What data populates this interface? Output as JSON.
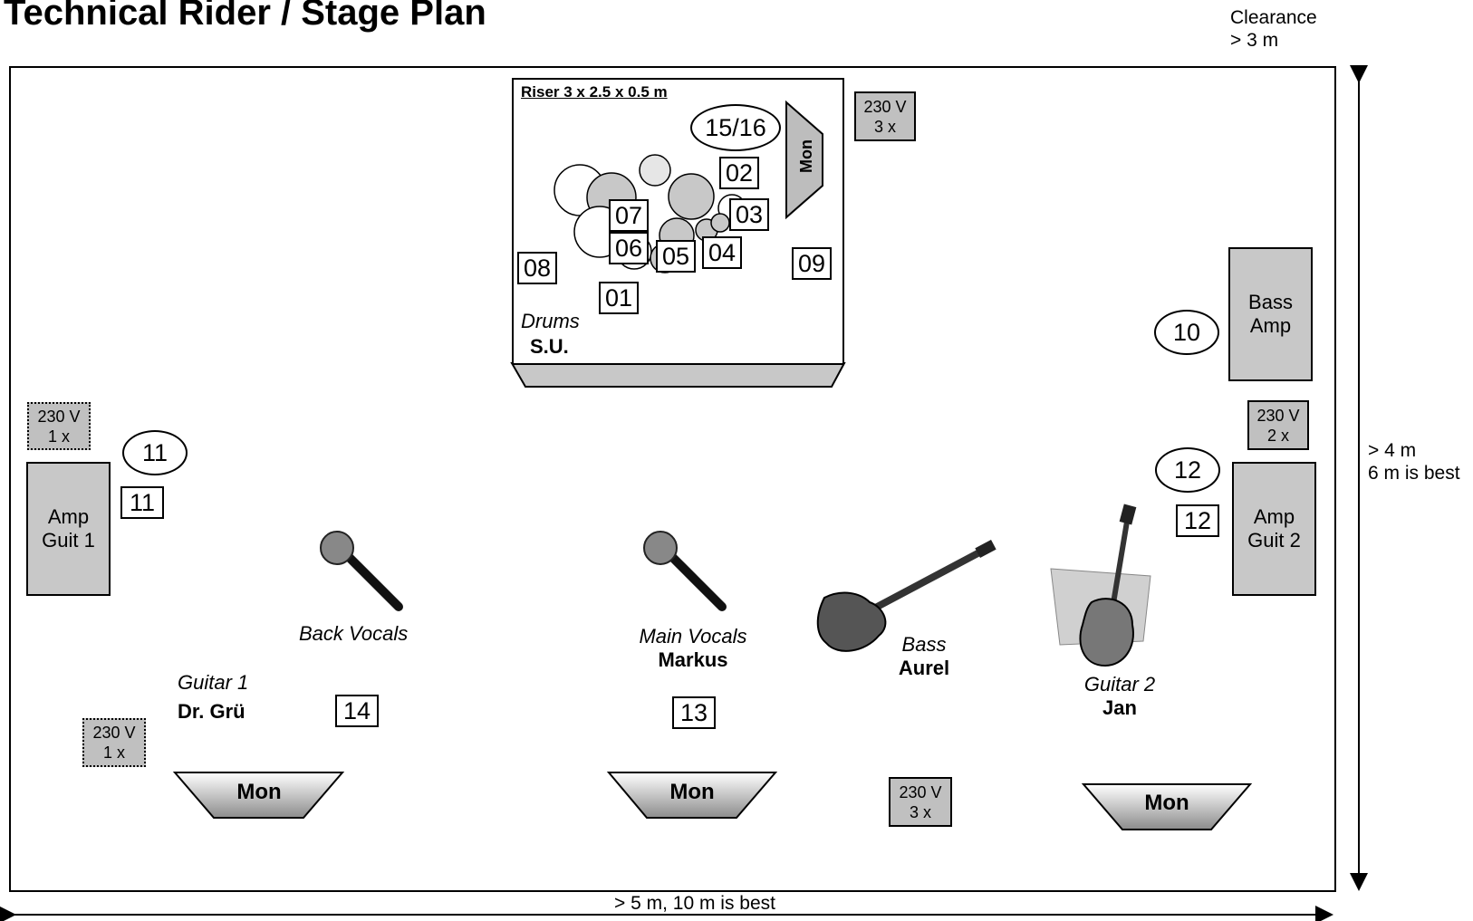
{
  "title": "Technical Rider / Stage Plan",
  "clearance": {
    "line1": "Clearance",
    "line2": "> 3 m"
  },
  "depth": {
    "line1": "> 4 m",
    "line2": "6 m is best"
  },
  "width_label": "> 5 m, 10 m is best",
  "riser": {
    "label": "Riser 3 x 2.5 x 0.5 m",
    "mon_label": "Mon",
    "drums_role": "Drums",
    "drums_name": "S.U.",
    "oval_label": "15/16",
    "channels": [
      "01",
      "02",
      "03",
      "04",
      "05",
      "06",
      "07",
      "08",
      "09"
    ]
  },
  "power": [
    {
      "line1": "230 V",
      "line2": "3 x"
    },
    {
      "line1": "230 V",
      "line2": "1 x"
    },
    {
      "line1": "230 V",
      "line2": "2 x"
    },
    {
      "line1": "230 V",
      "line2": "1 x"
    },
    {
      "line1": "230 V",
      "line2": "3 x"
    }
  ],
  "amps": {
    "bass": {
      "line1": "Bass",
      "line2": "Amp"
    },
    "guit1": {
      "line1": "Amp",
      "line2": "Guit 1"
    },
    "guit2": {
      "line1": "Amp",
      "line2": "Guit 2"
    }
  },
  "ovals": {
    "bass": "10",
    "guit1": "11",
    "guit2": "12"
  },
  "boxes": {
    "guit1": "11",
    "guit2": "12",
    "back_vocals": "14",
    "main_vocals": "13"
  },
  "performers": {
    "back_vocals": {
      "role": "Back Vocals"
    },
    "guitar1": {
      "role": "Guitar 1",
      "name": "Dr. Grü"
    },
    "main_vocals": {
      "role": "Main Vocals",
      "name": "Markus"
    },
    "bass": {
      "role": "Bass",
      "name": "Aurel"
    },
    "guitar2": {
      "role": "Guitar 2",
      "name": "Jan"
    }
  },
  "monitors": [
    "Mon",
    "Mon",
    "Mon"
  ]
}
